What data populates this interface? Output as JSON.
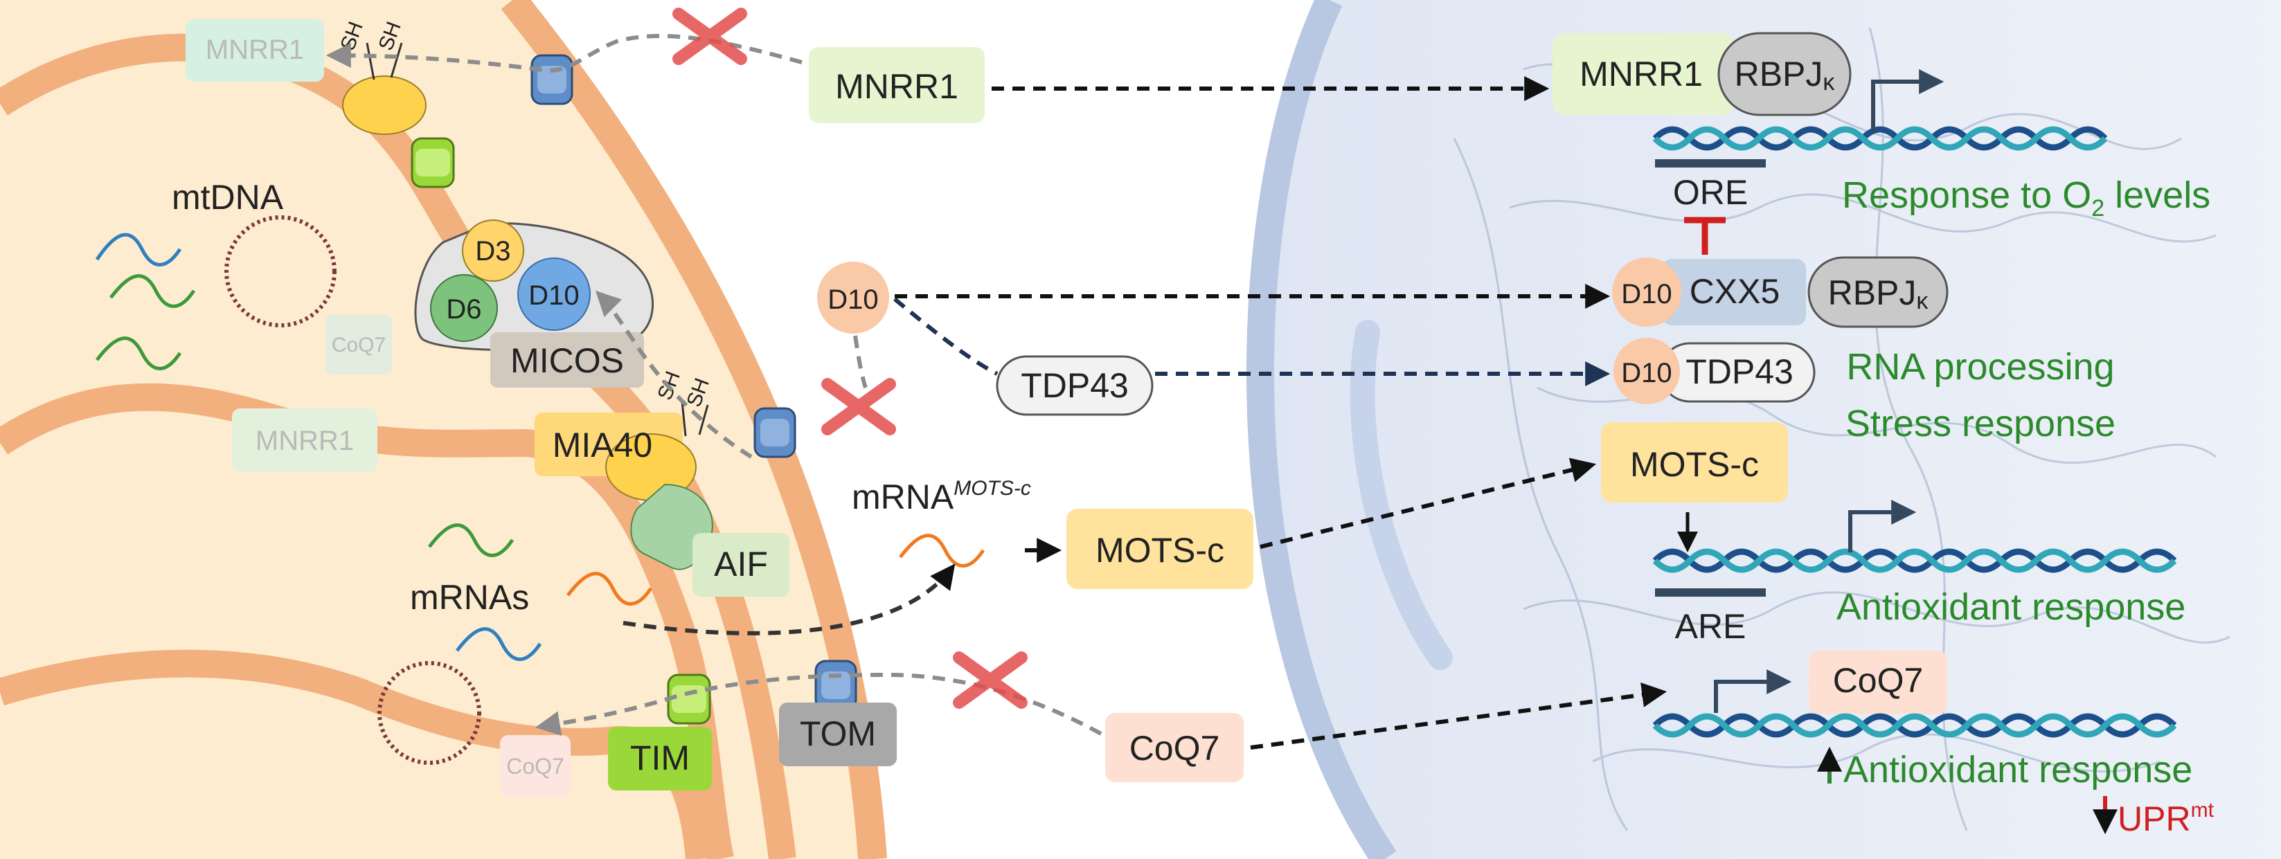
{
  "colors": {
    "cytoplasm": "#fdeccf",
    "membrane": "#f3b07f",
    "nucleus": "#e7ecf6",
    "nuclear_envelope": "#b8c7e2",
    "green_label": "#2b8a2b",
    "red": "#d11f1f",
    "arrow_black": "#111111",
    "arrow_grey": "#8c8c8c",
    "arrow_navy": "#1f3354"
  },
  "mitochondrion": {
    "mtdna_label": "mtDNA",
    "mrnas_label": "mRNAs",
    "mrna_mots_label": "mRNA",
    "mrna_mots_sup": "MOTS-c",
    "sh_label": "SH",
    "mia40": "MIA40",
    "aif": "AIF",
    "micos": "MICOS",
    "d3": "D3",
    "d6": "D6",
    "d10": "D10",
    "tim": "TIM",
    "tom": "TOM",
    "faded_mnrr1_top": "MNRR1",
    "faded_mnrr1_inner": "MNRR1",
    "faded_coq7_inner": "CoQ7",
    "faded_coq7_bottom": "CoQ7"
  },
  "cytosol": {
    "mnrr1": "MNRR1",
    "d10": "D10",
    "tdp43": "TDP43",
    "mots_c": "MOTS-c",
    "coq7": "CoQ7"
  },
  "nucleus": {
    "mnrr1": "MNRR1",
    "rbpj": "RBPJ",
    "rbpj_sub": "κ",
    "ore": "ORE",
    "response_o2": "Response to O",
    "response_o2_sub": "2",
    "response_o2_tail": " levels",
    "d10_a": "D10",
    "cxx5": "CXX5",
    "rbpj2": "RBPJ",
    "rbpj2_sub": "κ",
    "d10_b": "D10",
    "tdp43": "TDP43",
    "rna_processing": "RNA processing",
    "stress_response": "Stress response",
    "mots_c": "MOTS-c",
    "are": "ARE",
    "antioxidant_1": "Antioxidant response",
    "coq7": "CoQ7",
    "antioxidant_2": "Antioxidant response",
    "uprmt": "UPR",
    "uprmt_sup": "mt"
  }
}
